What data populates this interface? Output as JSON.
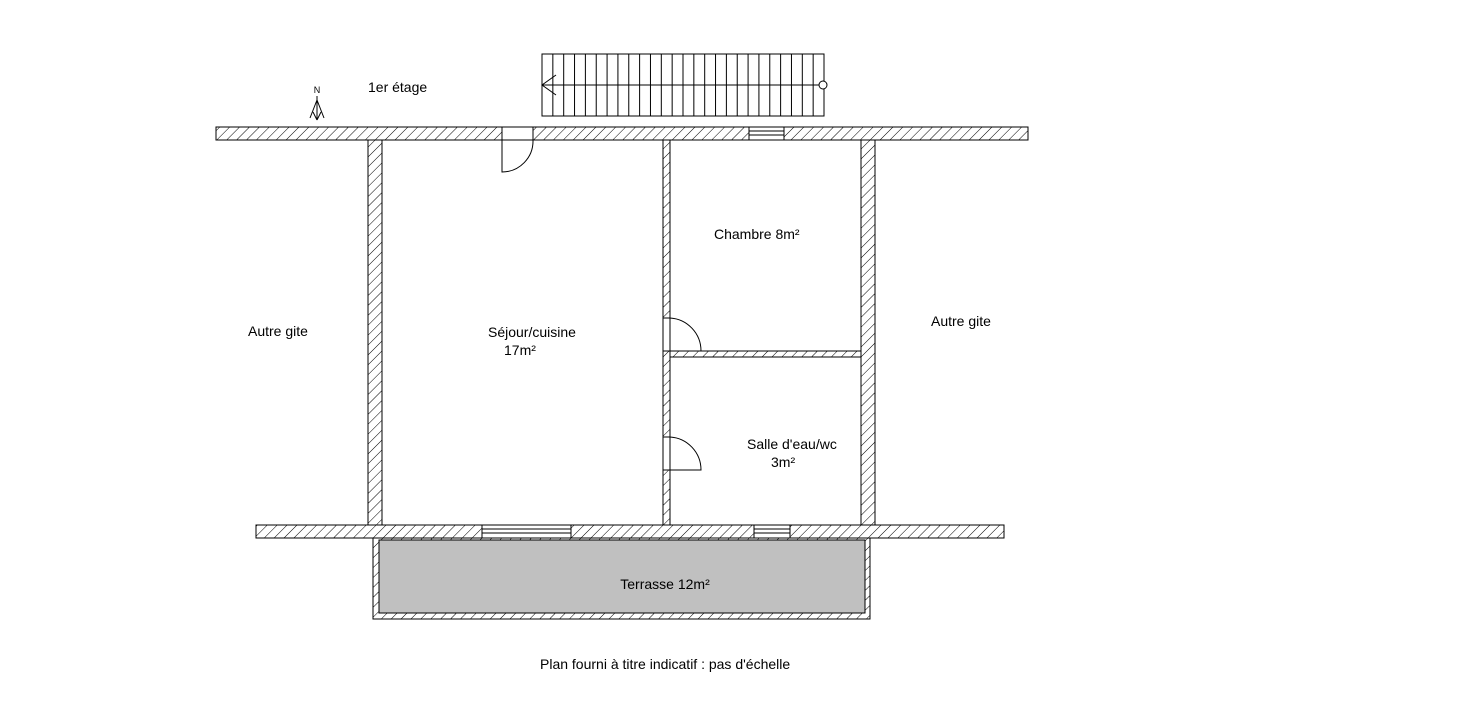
{
  "floor_label": "1er étage",
  "north_label": "N",
  "rooms": {
    "left_neighbor": "Autre gite",
    "right_neighbor": "Autre gite",
    "sejour_name": "Séjour/cuisine",
    "sejour_area": "17m²",
    "chambre": "Chambre 8m²",
    "salle_name": "Salle d'eau/wc",
    "salle_area": "3m²",
    "terrasse": "Terrasse 12m²"
  },
  "footer_note": "Plan fourni à titre indicatif : pas d'échelle",
  "colors": {
    "terrace_fill": "#c0c0c0",
    "wall_stroke": "#000000",
    "background": "#ffffff"
  }
}
